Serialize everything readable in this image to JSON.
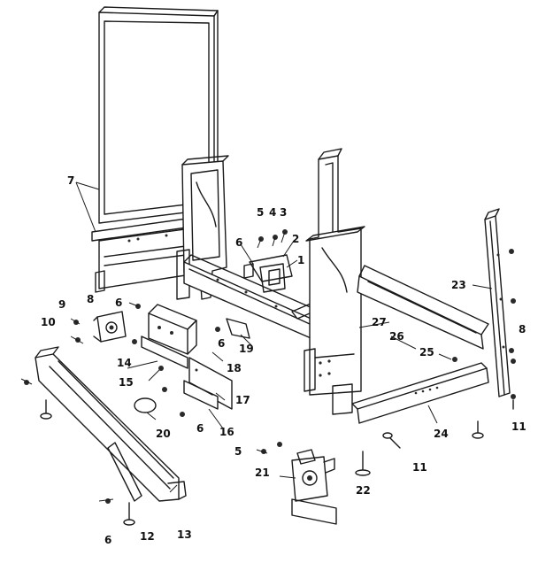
{
  "diagram": {
    "type": "exploded-parts-view",
    "line_color": "#1a1a1a",
    "background": "#ffffff",
    "callouts": [
      {
        "id": "c1",
        "label": "1"
      },
      {
        "id": "c2",
        "label": "2"
      },
      {
        "id": "c3",
        "label": "3"
      },
      {
        "id": "c4",
        "label": "4"
      },
      {
        "id": "c5a",
        "label": "5"
      },
      {
        "id": "c5b",
        "label": "5"
      },
      {
        "id": "c6a",
        "label": "6"
      },
      {
        "id": "c6b",
        "label": "6"
      },
      {
        "id": "c6c",
        "label": "6"
      },
      {
        "id": "c6d",
        "label": "6"
      },
      {
        "id": "c6e",
        "label": "6"
      },
      {
        "id": "c7",
        "label": "7"
      },
      {
        "id": "c8a",
        "label": "8"
      },
      {
        "id": "c8b",
        "label": "8"
      },
      {
        "id": "c9",
        "label": "9"
      },
      {
        "id": "c10",
        "label": "10"
      },
      {
        "id": "c11a",
        "label": "11"
      },
      {
        "id": "c11b",
        "label": "11"
      },
      {
        "id": "c12",
        "label": "12"
      },
      {
        "id": "c13",
        "label": "13"
      },
      {
        "id": "c14",
        "label": "14"
      },
      {
        "id": "c15",
        "label": "15"
      },
      {
        "id": "c16",
        "label": "16"
      },
      {
        "id": "c17",
        "label": "17"
      },
      {
        "id": "c18",
        "label": "18"
      },
      {
        "id": "c19",
        "label": "19"
      },
      {
        "id": "c20",
        "label": "20"
      },
      {
        "id": "c21",
        "label": "21"
      },
      {
        "id": "c22",
        "label": "22"
      },
      {
        "id": "c23",
        "label": "23"
      },
      {
        "id": "c24",
        "label": "24"
      },
      {
        "id": "c25",
        "label": "25"
      },
      {
        "id": "c26",
        "label": "26"
      },
      {
        "id": "c27",
        "label": "27"
      }
    ]
  }
}
